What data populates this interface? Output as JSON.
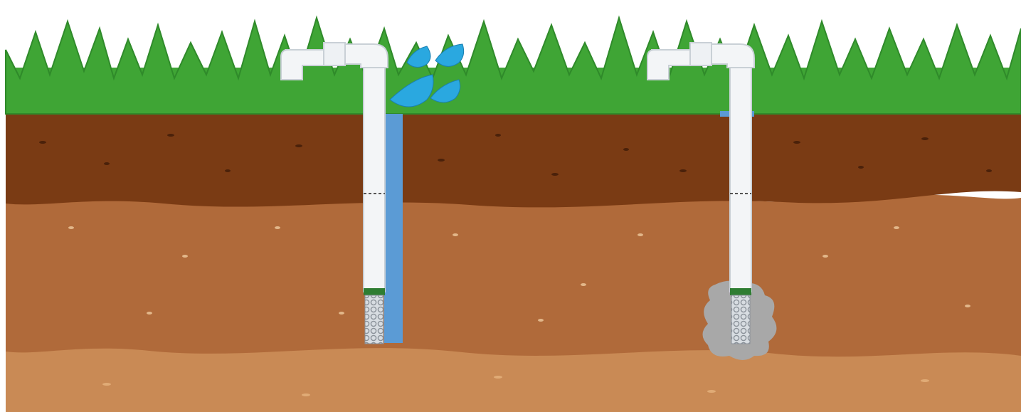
{
  "scene": {
    "description_tags": [
      "grass-layer",
      "topsoil-layer",
      "subsoil-layer",
      "deep-soil-layer"
    ],
    "colors": {
      "grass": "#3fa535",
      "grass_dark": "#2f8a2a",
      "topsoil": "#7a3b14",
      "subsoil": "#b06a3a",
      "deep_soil": "#c98a55",
      "pipe": "#f3f5f7",
      "pipe_shadow": "#c9d0d6",
      "pipe_band": "#2e7d32",
      "water_channel": "#5b9bd5",
      "water_drop": "#2aa8e0",
      "sediment": "#a8a8a8"
    },
    "pipes": [
      {
        "id": "left-pipe",
        "state": "clear-water-channel"
      },
      {
        "id": "right-pipe",
        "state": "clogged-sediment"
      }
    ],
    "icons": [
      "water-drop-icon"
    ]
  }
}
